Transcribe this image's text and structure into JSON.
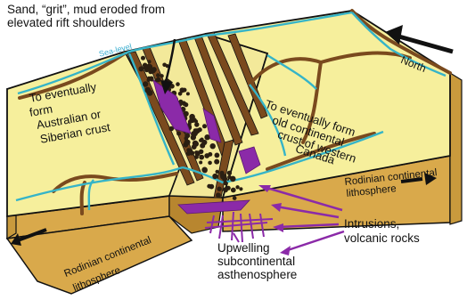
{
  "labels": {
    "source_line1": "Sand, “grit”, mud eroded from",
    "source_line2": "elevated rift shoulders",
    "north": "North",
    "sea_level": "Sea-level",
    "left_block_line1": "To eventually",
    "left_block_line2": "form",
    "left_block_line3": "Australian or",
    "left_block_line4": "Siberian crust",
    "right_block_line1": "To eventually form",
    "right_block_line2": "old continental",
    "right_block_line3": "crust of western",
    "right_block_line4": "Canada",
    "rodinia_right_line1": "Rodinian continental",
    "rodinia_right_line2": "lithosphere",
    "rodinia_left_line1": "Rodinian continental",
    "rodinia_left_line2": "lithosphere",
    "intrusions_line1": "Intrusions,",
    "intrusions_line2": "volcanic rocks",
    "upwelling_line1": "Upwelling",
    "upwelling_line2": "subcontinental",
    "upwelling_line3": "asthenosphere"
  },
  "colors": {
    "crust_top": "#f6ef9c",
    "crust_side": "#d9a94b",
    "crust_side_dark": "#b8862f",
    "fault_brown": "#7a4a1e",
    "water": "#35b4c8",
    "magma": "#8b2aa8",
    "sea_level_text": "#3aaed0"
  }
}
